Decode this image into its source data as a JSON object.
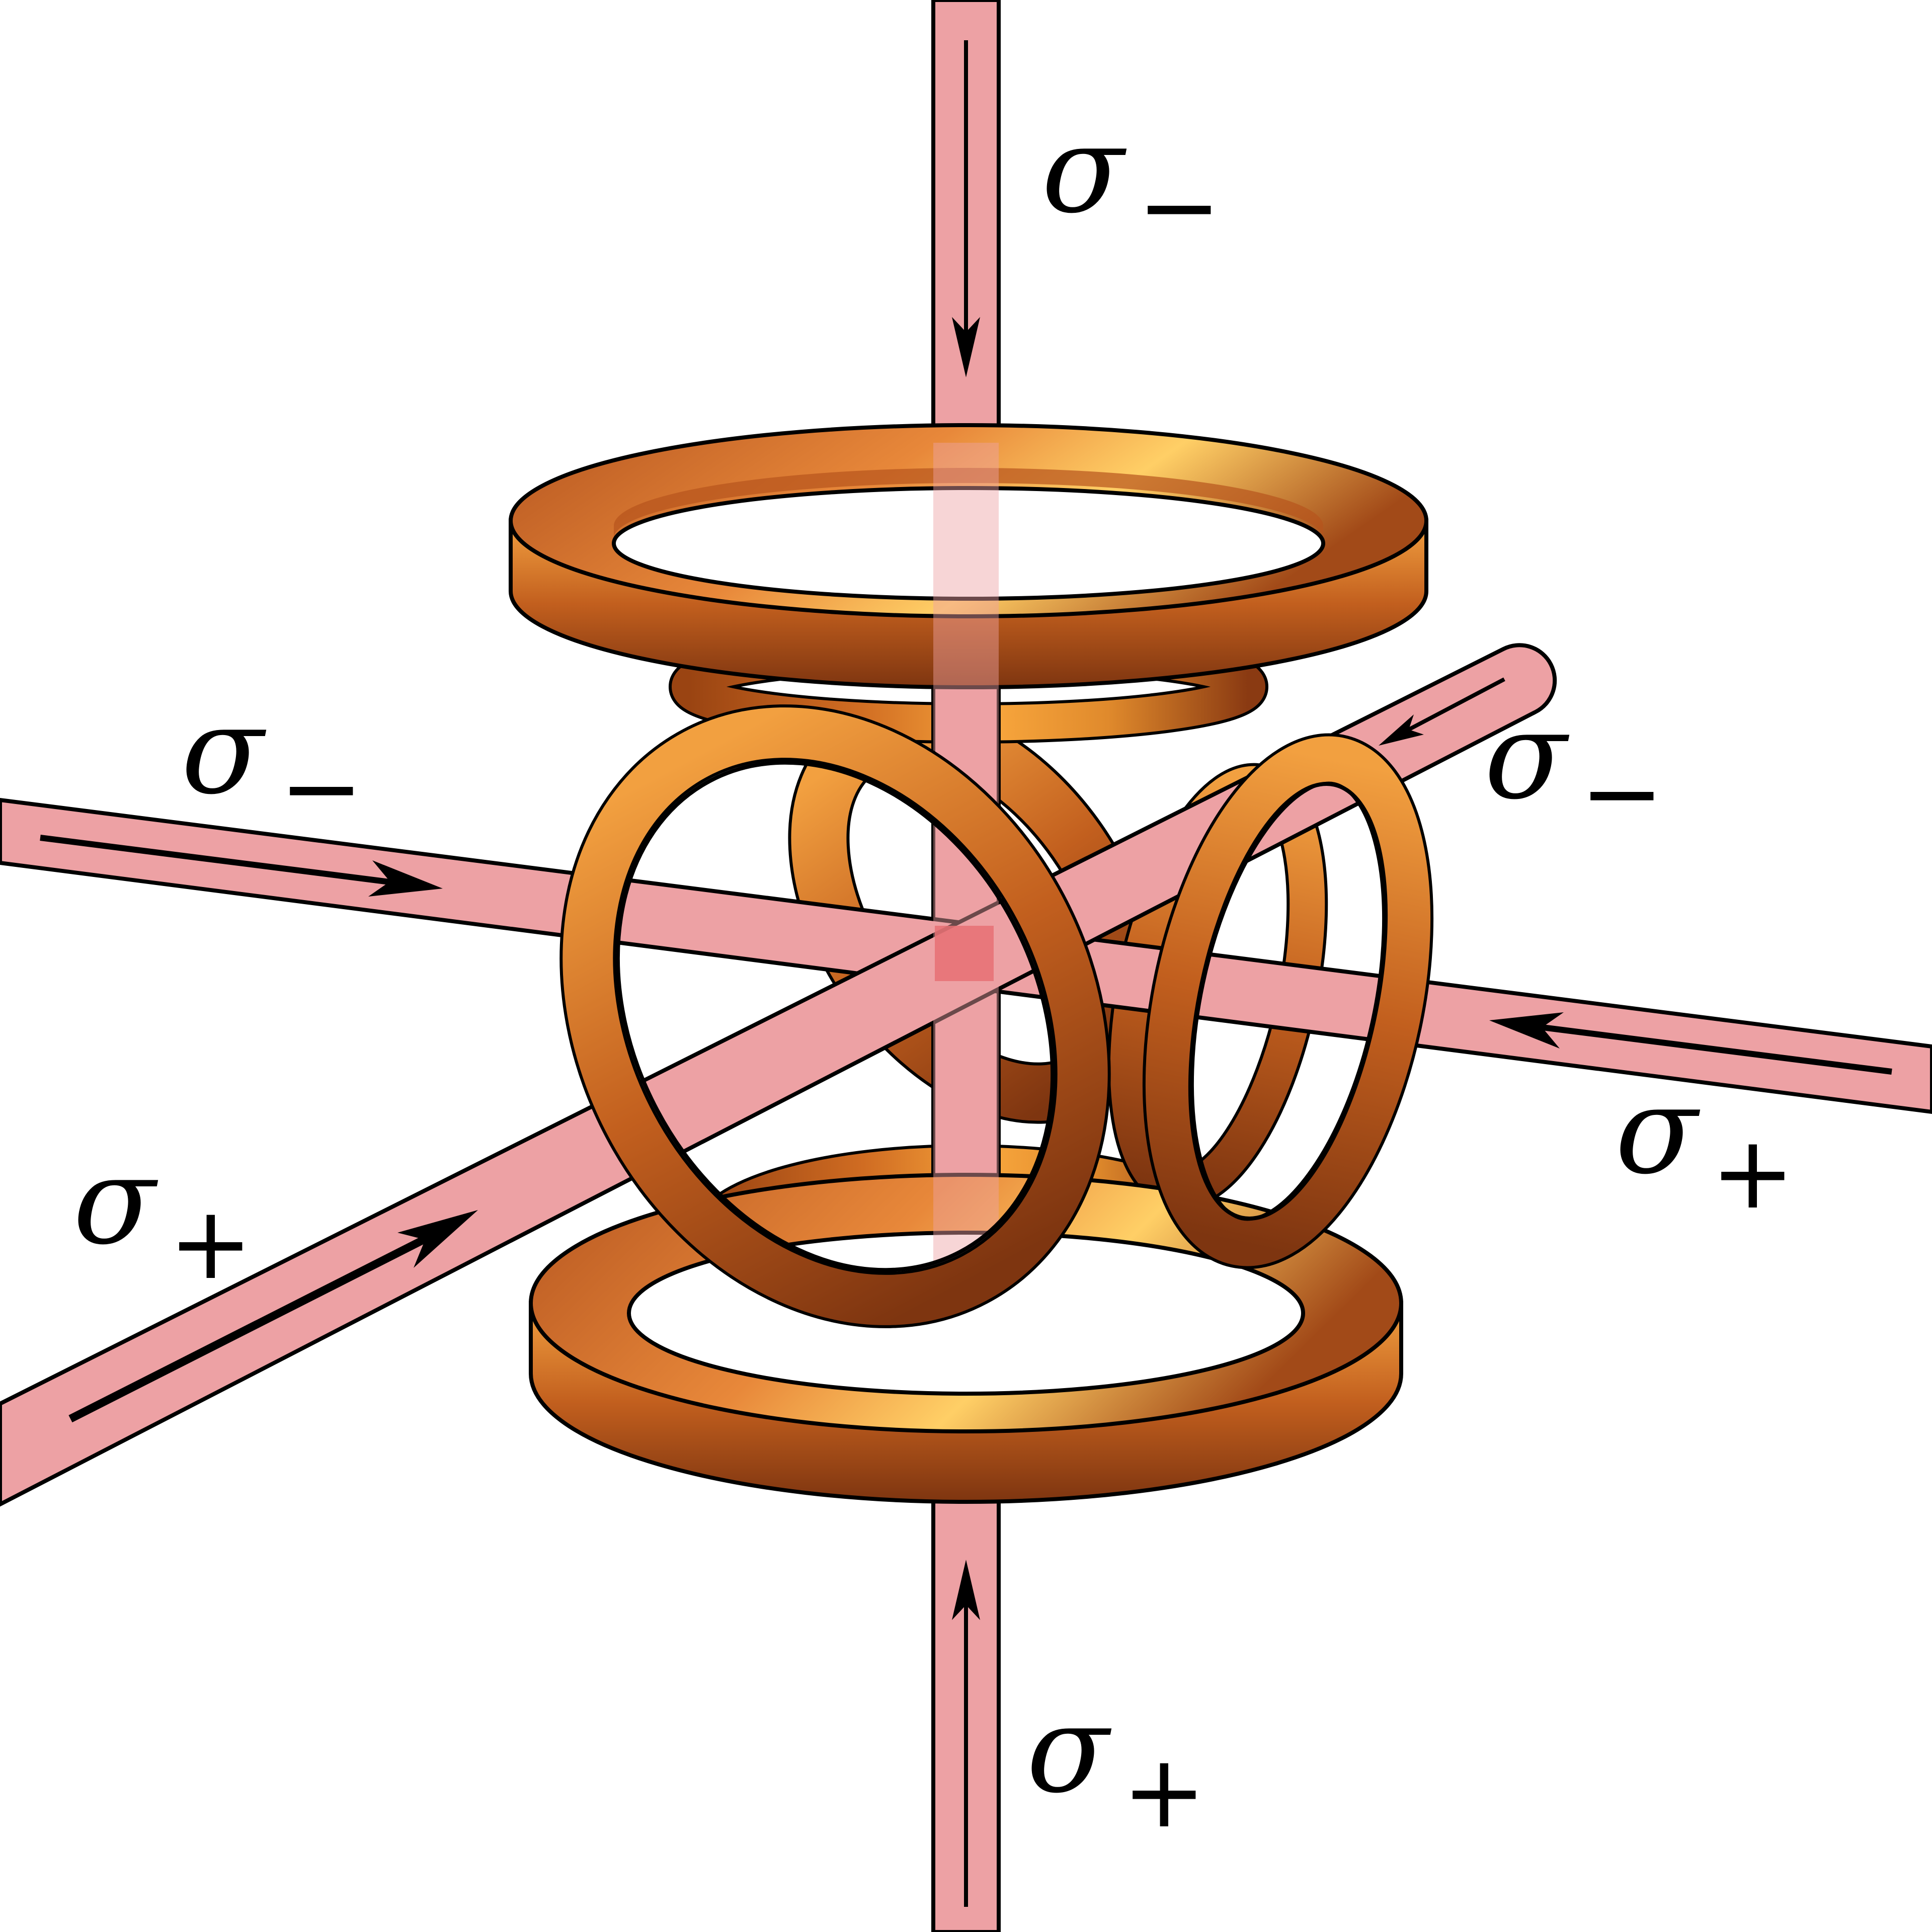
{
  "colors": {
    "beam": "#eda1a4",
    "beam_core": "#e0474c",
    "copper_dark": "#8a3a12",
    "copper_mid": "#c9621e",
    "copper_light": "#f6a23a",
    "copper_highlight": "#ffd36a",
    "outline": "#000000"
  },
  "labels": {
    "top": {
      "symbol": "σ",
      "sub": "−"
    },
    "left": {
      "symbol": "σ",
      "sub": "−"
    },
    "right_upper": {
      "symbol": "σ",
      "sub": "−"
    },
    "right_lower": {
      "symbol": "σ",
      "sub": "+"
    },
    "lower_left": {
      "symbol": "σ",
      "sub": "+"
    },
    "bottom": {
      "symbol": "σ",
      "sub": "+"
    }
  },
  "elements": {
    "beams": [
      "vertical-beam",
      "horizontal-beam",
      "diagonal-beam"
    ],
    "coils": [
      "top-coil",
      "bottom-coil",
      "front-coil",
      "back-coil",
      "right-coil-front",
      "right-coil-back",
      "upper-inner-coil",
      "lower-inner-coil"
    ],
    "trap_center": "mot-center"
  }
}
